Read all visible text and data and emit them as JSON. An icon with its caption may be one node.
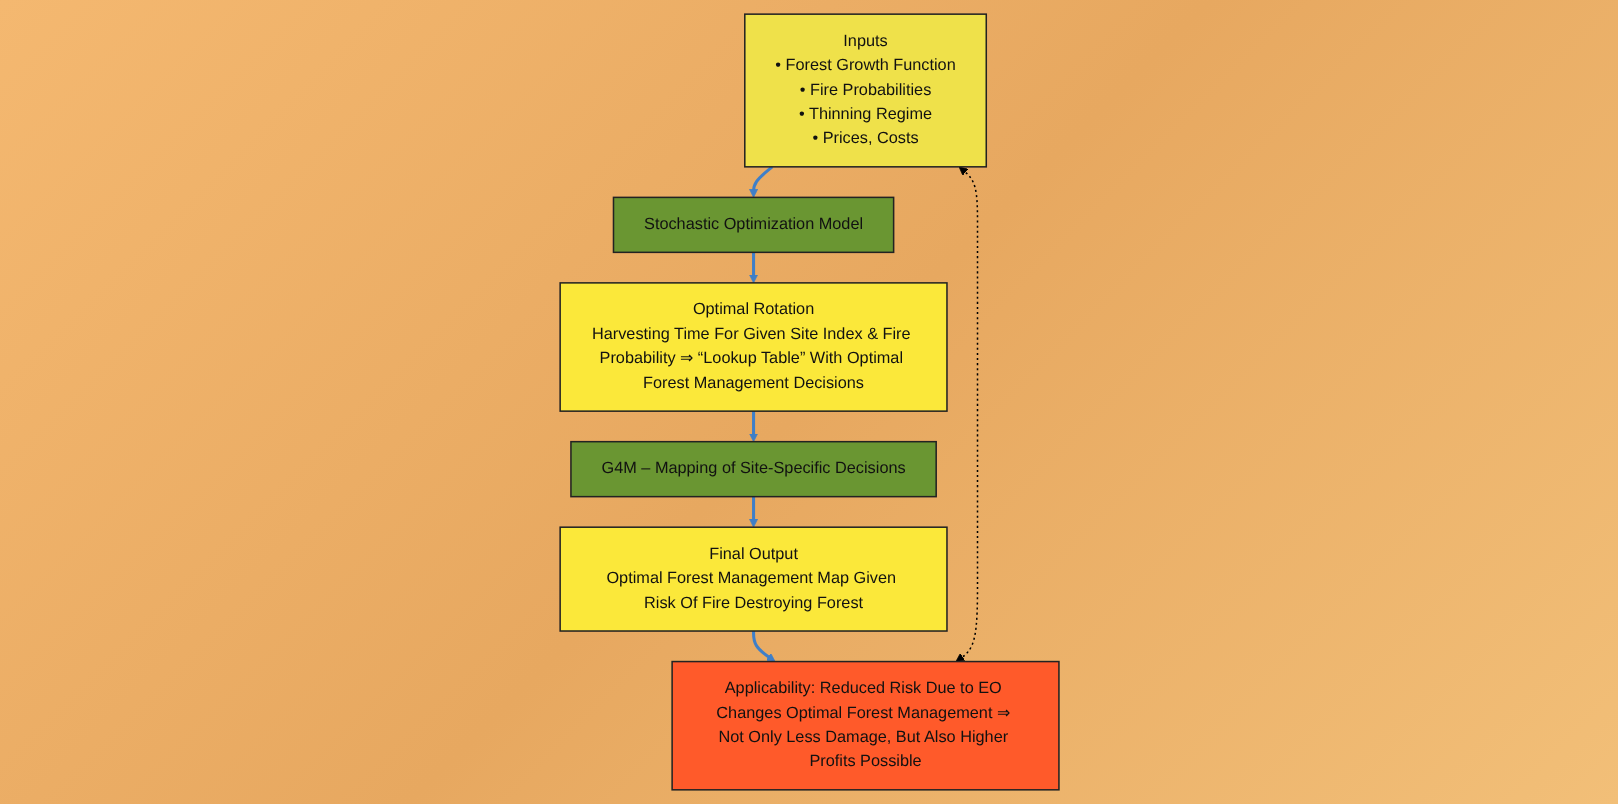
{
  "diagram": {
    "nodes": [
      {
        "text": [
          "Inputs",
          "• Forest Growth Function",
          "• Fire Probabilities",
          "• Thinning Regime",
          "• Prices, Costs"
        ]
      },
      {
        "text": [
          "Stochastic Optimization Model"
        ]
      },
      {
        "text": [
          "Optimal Rotation",
          "Harvesting Time For Given Site Index & Fire Probability ⇒ “Lookup Table” With Optimal Forest Management Decisions"
        ]
      },
      {
        "text": [
          "G4M – Mapping of Site-Specific Decisions"
        ]
      },
      {
        "text": [
          "Final Output",
          "Optimal Forest Management Map Given Risk Of Fire Destroying Forest"
        ]
      },
      {
        "text": [
          "Applicability: Reduced Risk Due to EO Changes Optimal Forest Management ⇒ Not Only Less Damage, But Also Higher Profits Possible"
        ]
      }
    ],
    "edges": [
      {
        "from": 0,
        "to": 1,
        "arrow": "to"
      },
      {
        "from": 1,
        "to": 2,
        "arrow": "to"
      },
      {
        "from": 2,
        "to": 3,
        "arrow": "to"
      },
      {
        "from": 3,
        "to": 4,
        "arrow": "to"
      },
      {
        "from": 4,
        "to": 5,
        "arrow": "to"
      },
      {
        "from": 0,
        "to": 5,
        "arrow": "both",
        "style": "dashed",
        "color": "#000000"
      }
    ]
  }
}
